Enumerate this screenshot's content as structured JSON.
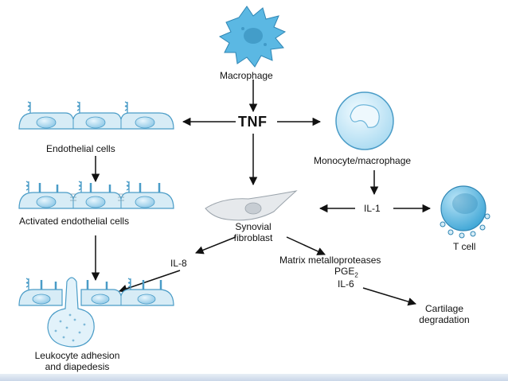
{
  "labels": {
    "macrophage": "Macrophage",
    "tnf": "TNF",
    "endothelial_cells": "Endothelial cells",
    "monocyte_macrophage": "Monocyte/macrophage",
    "activated_endothelial_cells": "Activated endothelial cells",
    "il1": "IL-1",
    "synovial_fibroblast_line1": "Synovial",
    "synovial_fibroblast_line2": "fibroblast",
    "t_cell": "T cell",
    "il8": "IL-8",
    "matrix_metalloproteases": "Matrix metalloproteases",
    "pge2_base": "PGE",
    "pge2_sub": "2",
    "il6": "IL-6",
    "cartilage_line1": "Cartilage",
    "cartilage_line2": "degradation",
    "leukocyte_line1": "Leukocyte adhesion",
    "leukocyte_line2": "and diapedesis"
  },
  "colors": {
    "cell_fill": "#d7ecf6",
    "cell_stroke": "#4a9cc7",
    "nucleus": "#9fd0ea",
    "macrophage_fill": "#5bb8e3",
    "tcell_fill": "#6cc2ea",
    "fibroblast_fill": "#e6e9ec",
    "arrow": "#111111"
  }
}
